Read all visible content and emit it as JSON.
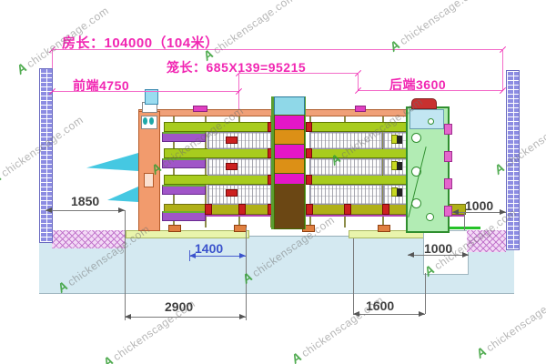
{
  "drawing_type": "poultry-house-cross-section-cad",
  "annotations": {
    "house_length": "房长：104000（104米）",
    "cage_length": "笼长：685X139=95215",
    "front_end": "前端4750",
    "rear_end": "后端3600",
    "left_wall_depth": "1850",
    "front_pit_width": "2900",
    "pit_inner_width": "1400",
    "rear_pit_width": "1600",
    "rear_notch_width": "1000",
    "rear_ledge_width": "1000"
  },
  "watermark": {
    "logo": "A",
    "text": "chickenscage.com"
  },
  "colors": {
    "dimension_magenta": "#f126b2",
    "dimension_dark": "#3f3f3f",
    "dimension_blue": "#3a52cc",
    "ground_blue": "#d4e9f1",
    "floor_strip": "#e9f4ac",
    "bright_green_floor": "#25c228",
    "brick_wall": "#8c8ce2",
    "footing_hatch": "#f3daf6",
    "egg_belt_green": "#a8cc1e",
    "manure_belt_olive": "#b0b018",
    "frame_salmon": "#f29b6d",
    "tower_cyan": "#8fd8e8",
    "tower_magenta": "#e416c8",
    "tower_orange": "#dc9016",
    "tower_brown": "#6b4714",
    "egg_elevator_green": "#b2ecb4",
    "chute_teal": "#45c8e2",
    "trough_purple": "#a055c8"
  }
}
